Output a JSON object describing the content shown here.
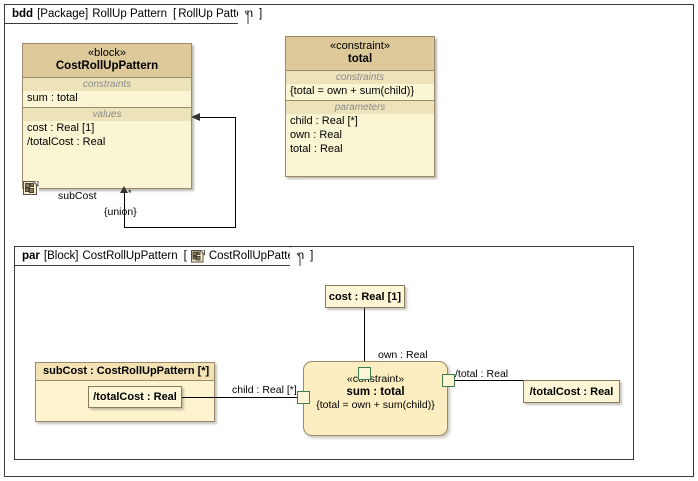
{
  "bdd_frame": {
    "kind": "bdd",
    "meta": "[Package]",
    "name": "RollUp Pattern",
    "open_bracket": "[",
    "diagram_name": "RollUp Pattern",
    "close_bracket": "]"
  },
  "block": {
    "stereotype": "«block»",
    "name": "CostRollUpPattern",
    "compartments": [
      {
        "title": "constraints",
        "items": [
          "sum : total"
        ]
      },
      {
        "title": "values",
        "items": [
          "cost : Real [1]",
          "/totalCost : Real"
        ]
      }
    ],
    "icon": "parametric-diagram-icon"
  },
  "constraint_block": {
    "stereotype": "«constraint»",
    "name": "total",
    "compartments": [
      {
        "title": "constraints",
        "items": [
          "{total = own + sum(child)}"
        ]
      },
      {
        "title": "parameters",
        "items": [
          "child : Real [*]",
          "own : Real",
          "total : Real"
        ]
      }
    ]
  },
  "association": {
    "end_name": "subCost",
    "multiplicity": "*",
    "property_modifier": "{union}"
  },
  "par_frame": {
    "kind": "par",
    "meta": "[Block]",
    "name": "CostRollUpPattern",
    "open_bracket": "[",
    "icon": "parametric-diagram-icon",
    "diagram_name": "CostRollUpPattern",
    "close_bracket": "]"
  },
  "par": {
    "cost_value": "cost : Real [1]",
    "sub_part": {
      "header": "subCost : CostRollUpPattern [*]",
      "value": "/totalCost : Real"
    },
    "constraint": {
      "stereotype": "«constraint»",
      "name": "sum : total",
      "expression": "{total = own + sum(child)}"
    },
    "total_cost_value": "/totalCost : Real",
    "connector_labels": {
      "child": "child : Real [*]",
      "own": "own : Real",
      "total": "/total : Real"
    },
    "ports": {
      "child_port": "child-parameter-port",
      "own_port": "own-parameter-port",
      "total_port": "total-parameter-port"
    }
  },
  "colors": {
    "block_header": "#ddc99a",
    "block_body": "#faf6d3",
    "compartment_title": "#ece3bb",
    "block_border": "#9c8a6a",
    "constraint_body": "#fdeec2",
    "port_border": "#3f7d4f",
    "frame_border": "#3a3a3a"
  }
}
